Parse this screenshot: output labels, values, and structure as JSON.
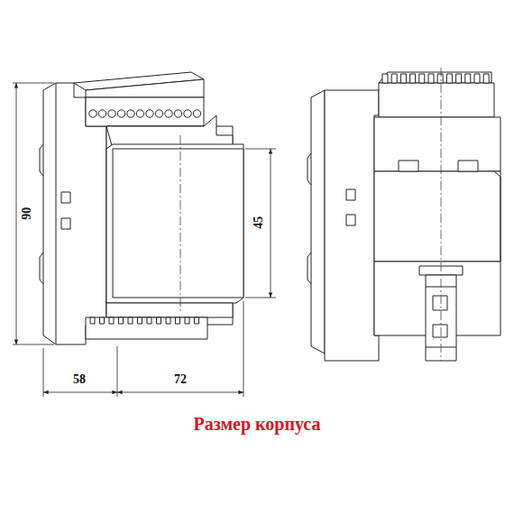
{
  "diagram": {
    "caption": "Размер корпуса",
    "labels": [
      "90",
      "45",
      "58",
      "72"
    ]
  }
}
